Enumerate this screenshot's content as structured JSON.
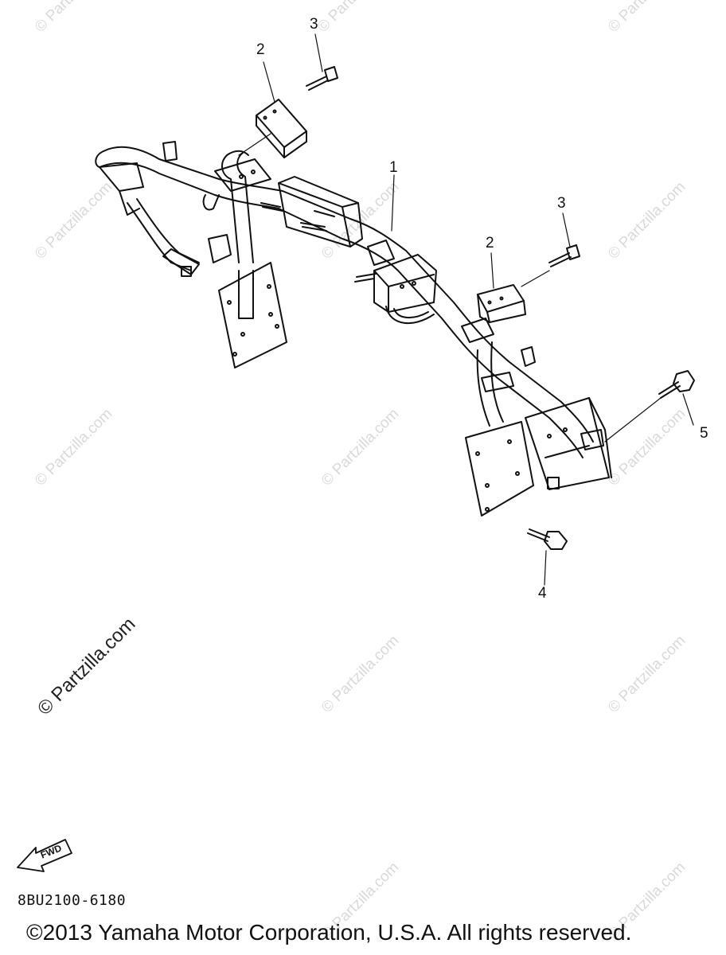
{
  "watermarks": [
    {
      "text": "© Partzilla.com"
    },
    {
      "text": "© Partzilla.com"
    },
    {
      "text": "© Partzilla.com"
    },
    {
      "text": "© Partzilla.com"
    },
    {
      "text": "© Partzilla.com"
    },
    {
      "text": "© Partzilla.com"
    },
    {
      "text": "© Partzilla.com"
    },
    {
      "text": "© Partzilla.com"
    },
    {
      "text": "© Partzilla.com"
    },
    {
      "text": "© Partzilla.com"
    },
    {
      "text": "© Partzilla.com"
    },
    {
      "text": "© Partzilla.com"
    },
    {
      "text": "© Partzilla.com"
    }
  ],
  "main_watermark": "© Partzilla.com",
  "callouts": [
    "1",
    "2",
    "3",
    "2",
    "3",
    "4",
    "5"
  ],
  "fwd_label": "FWD",
  "diagram_code": "8BU2100-6180",
  "copyright": "©2013 Yamaha Motor Corporation, U.S.A. All rights reserved."
}
